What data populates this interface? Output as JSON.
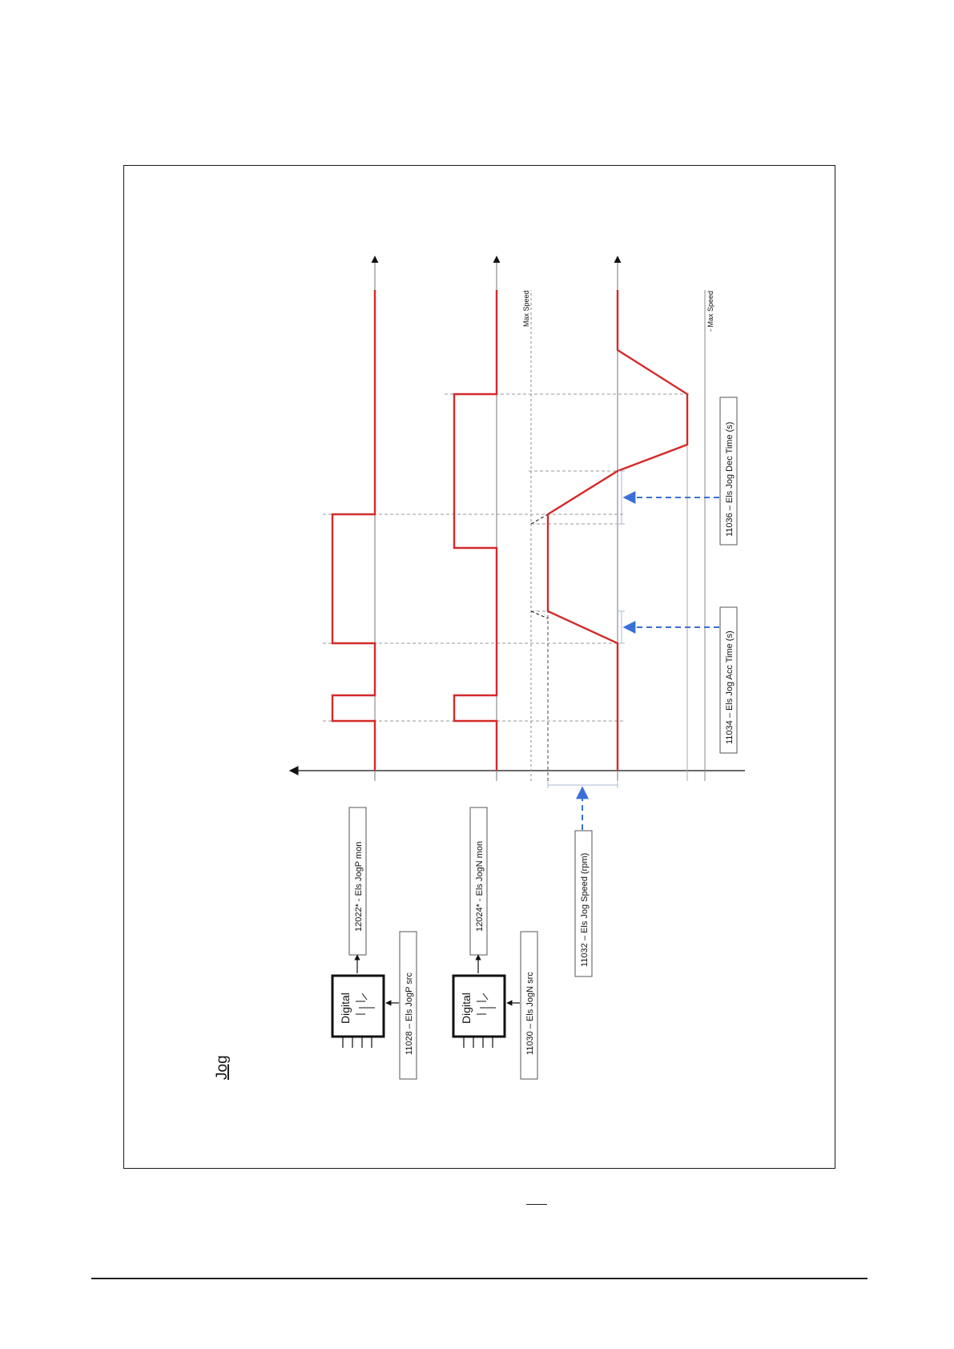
{
  "page": {
    "title": "Jog"
  },
  "blocks": [
    {
      "id": "jogp",
      "block_label": "Digital",
      "source_param": "11028 – Els JogP src",
      "monitor_param": "12022* - Els JogP mon"
    },
    {
      "id": "jogn",
      "block_label": "Digital",
      "source_param": "11030 – Els JogN src",
      "monitor_param": "12024* - Els JogN mon"
    }
  ],
  "params": {
    "jog_speed": "11032 – Els Jog Speed (rpm)",
    "jog_acc_time": "11034 – Els Jog Acc Time (s)",
    "jog_dec_time": "11036 – Els Jog Dec Time (s)"
  },
  "levels": {
    "max_speed": "Max Speed",
    "neg_max_speed": "- Max Speed"
  },
  "colors": {
    "signal": "#d42a2a",
    "param_arrow": "#3a6fd8",
    "axis": "#111111",
    "guide": "#888888"
  }
}
